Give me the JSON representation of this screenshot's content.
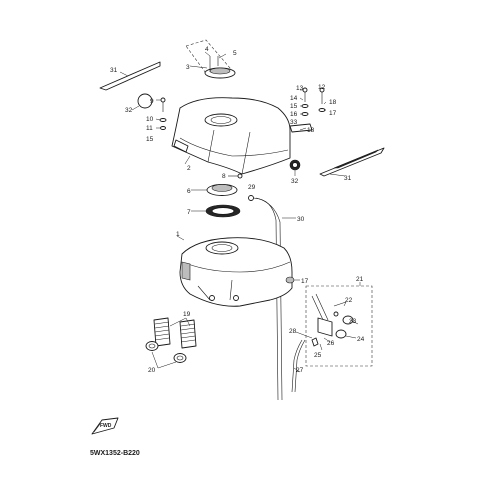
{
  "diagram": {
    "code": "5WX1352-B220",
    "direction_marker": "FWD",
    "callouts": {
      "c1": "1",
      "c2": "2",
      "c3": "3",
      "c4": "4",
      "c5": "5",
      "c6": "6",
      "c7": "7",
      "c8": "8",
      "c9": "9",
      "c10": "10",
      "c11": "11",
      "c12": "12",
      "c13": "13",
      "c14": "14",
      "c15a": "15",
      "c15b": "15",
      "c16": "16",
      "c17a": "17",
      "c17b": "17",
      "c18a": "18",
      "c18b": "18",
      "c19": "19",
      "c20": "20",
      "c21": "21",
      "c22": "22",
      "c23": "23",
      "c24": "24",
      "c25": "25",
      "c26": "26",
      "c27": "27",
      "c28": "28",
      "c29": "29",
      "c30": "30",
      "c31a": "31",
      "c31b": "31",
      "c32a": "32",
      "c32b": "32",
      "c33": "33"
    }
  }
}
